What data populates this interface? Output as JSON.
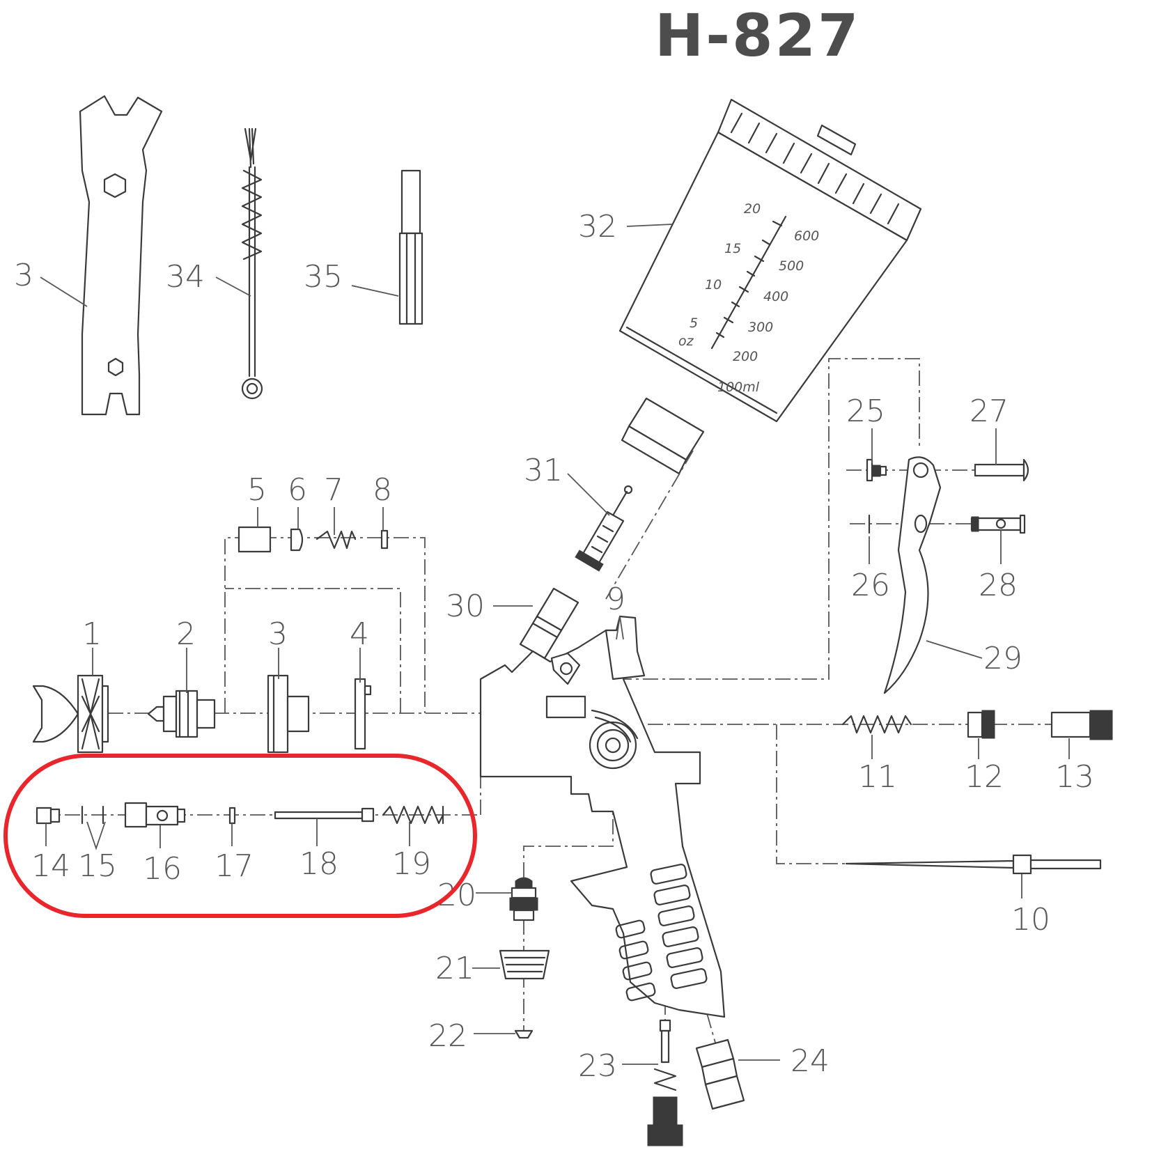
{
  "title": "H-827",
  "highlight_color": "#e8262b",
  "callouts": [
    "3",
    "34",
    "35",
    "32",
    "31",
    "30",
    "9",
    "5",
    "6",
    "7",
    "8",
    "1",
    "2",
    "3",
    "4",
    "25",
    "27",
    "26",
    "28",
    "29",
    "11",
    "12",
    "13",
    "14",
    "15",
    "16",
    "17",
    "18",
    "19",
    "20",
    "21",
    "22",
    "23",
    "24",
    "10"
  ],
  "cup_scale": {
    "oz": [
      "20",
      "15",
      "10",
      "5"
    ],
    "oz_unit": "oz",
    "ml": [
      "600",
      "500",
      "400",
      "300",
      "200",
      "100ml"
    ]
  }
}
